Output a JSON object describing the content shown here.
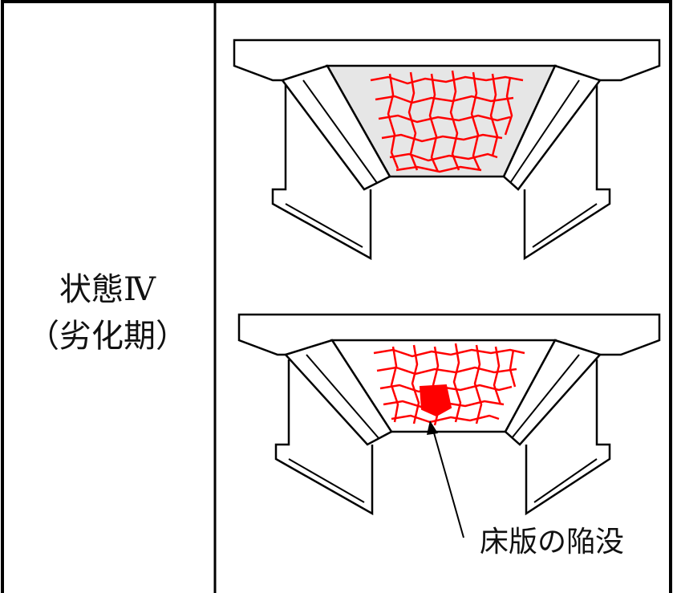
{
  "table": {
    "state_title": "状態Ⅳ",
    "state_subtitle": "（劣化期）"
  },
  "figures": [
    {
      "id": "girder-upper",
      "deck_fill": "#e6e6e6",
      "crack_color": "#ff0000"
    },
    {
      "id": "girder-lower",
      "deck_fill": "#ffffff",
      "crack_color": "#ff0000",
      "damage_label": "床版の陥没"
    }
  ],
  "colors": {
    "line": "#000000",
    "crack": "#ff0000",
    "shade": "#e6e6e6"
  }
}
